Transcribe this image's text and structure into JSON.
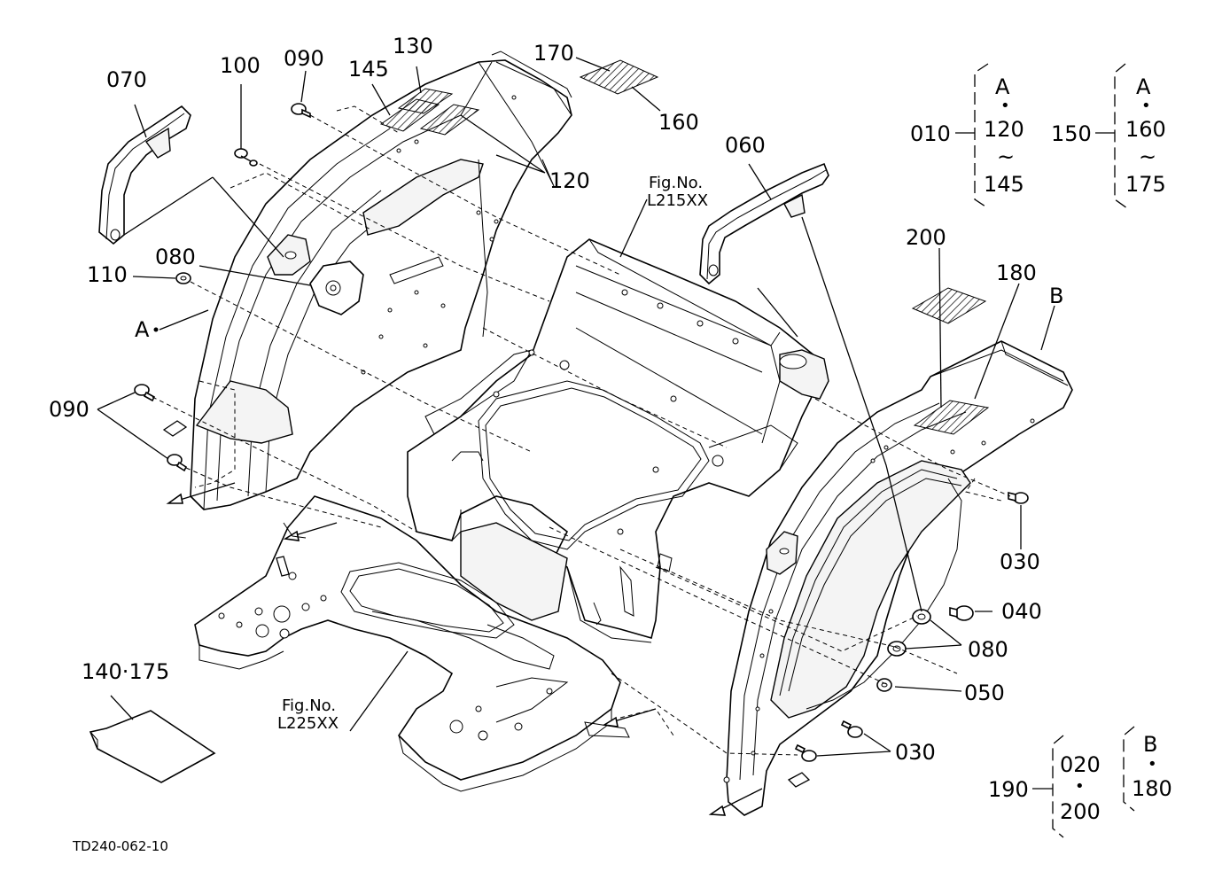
{
  "diagram_id": "TD240-062-10",
  "callouts": {
    "c070": "070",
    "c100": "100",
    "c090_top": "090",
    "c145": "145",
    "c130": "130",
    "c170": "170",
    "c160": "160",
    "c120": "120",
    "c060": "060",
    "c110": "110",
    "c080_left": "080",
    "c090_left": "090",
    "c200": "200",
    "c180": "180",
    "c030_right": "030",
    "c040": "040",
    "c080_right": "080",
    "c050": "050",
    "c030_bottom": "030",
    "c140_175": "140·175"
  },
  "refs": {
    "a": "A",
    "b": "B",
    "fig_upper_1": "Fig.No.",
    "fig_upper_2": "L215XX",
    "fig_lower_1": "Fig.No.",
    "fig_lower_2": "L225XX"
  },
  "groups": {
    "g1": {
      "parent": "010",
      "top": "A",
      "dot": "•",
      "from": "120",
      "tilde": "~",
      "to": "145"
    },
    "g2": {
      "parent": "150",
      "top": "A",
      "dot": "•",
      "from": "160",
      "tilde": "~",
      "to": "175"
    },
    "g3": {
      "parent": "190",
      "from": "020",
      "dot": "•",
      "to": "200",
      "b_top": "B",
      "b_dot": "•",
      "b_val": "180"
    }
  }
}
